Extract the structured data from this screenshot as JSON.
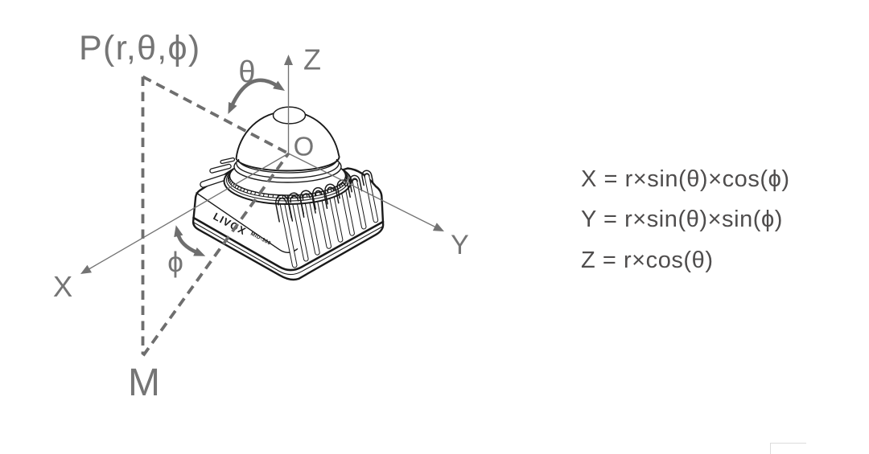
{
  "diagram": {
    "point_label": "P(r,θ,ϕ)",
    "theta_label": "θ",
    "phi_label": "ϕ",
    "axis_x": "X",
    "axis_y": "Y",
    "axis_z": "Z",
    "origin_label": "O",
    "projection_label": "M",
    "device": {
      "brand": "LIVOX",
      "model": "MID-360"
    }
  },
  "equations": {
    "x": "X = r×sin(θ)×cos(ϕ)",
    "y": "Y = r×sin(θ)×sin(ϕ)",
    "z": "Z = r×cos(θ)"
  },
  "colors": {
    "background": "#ffffff",
    "device_line": "#1a1a1a",
    "annotation_gray": "#6e6e6e",
    "label_gray": "#757575",
    "equation_gray": "#4f4d4d",
    "corner_line_gray": "#dcdcdc"
  }
}
